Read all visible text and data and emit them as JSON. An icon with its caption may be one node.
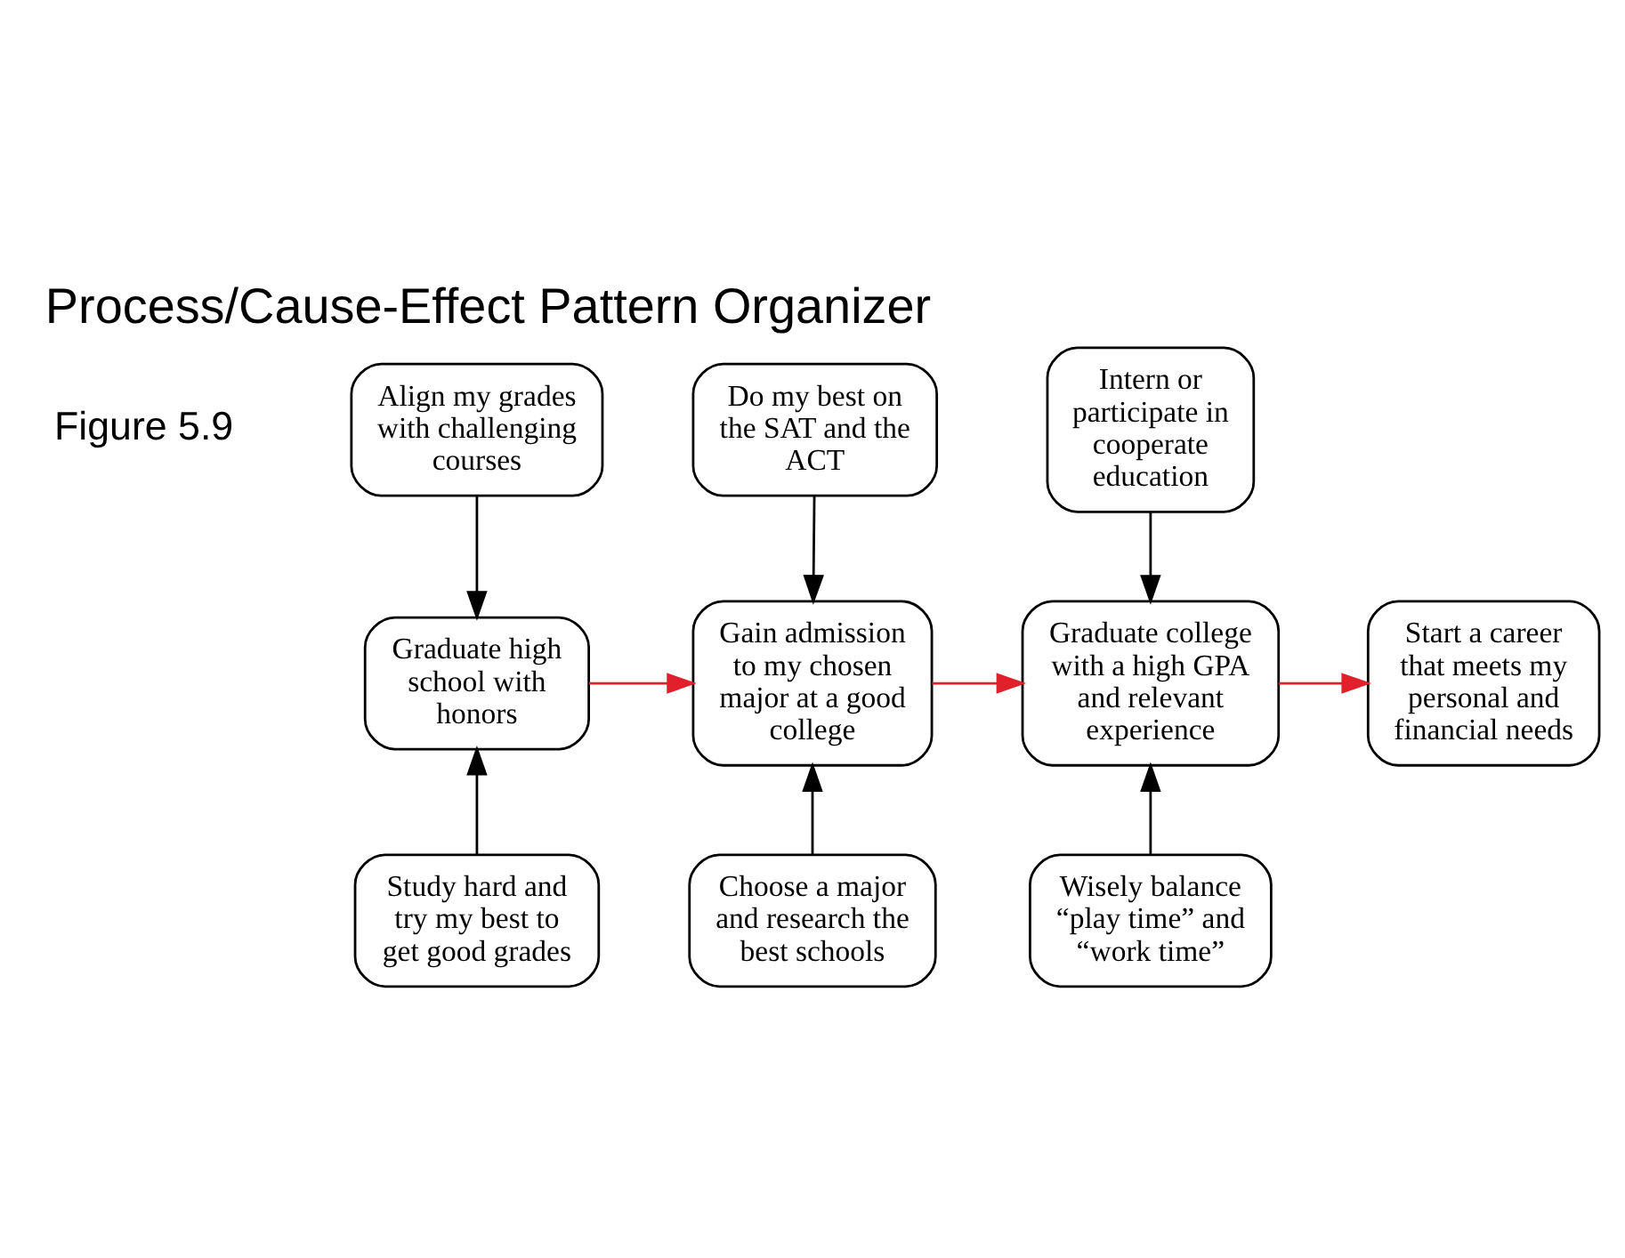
{
  "diagram": {
    "title": "Process/Cause-Effect Pattern Organizer",
    "nodes": [
      {
        "text": [
          "Align my grades with challenging courses"
        ]
      },
      {
        "text": [
          "Do my best on the SAT and the ACT"
        ]
      },
      {
        "text": [
          "Intern or participate in cooperate education"
        ]
      },
      {
        "text": [
          "Graduate high school with honors"
        ]
      },
      {
        "text": [
          "Gain admission to my chosen major at a good college"
        ]
      },
      {
        "text": [
          "Graduate college with a high GPA and relevant experience"
        ]
      },
      {
        "text": [
          "Start a career that meets my personal and financial needs"
        ]
      },
      {
        "text": [
          "Study hard and try my best to get good grades"
        ]
      },
      {
        "text": [
          "Choose a major and research the best schools"
        ]
      },
      {
        "text": [
          "Wisely balance “play time” and “work time”"
        ]
      }
    ],
    "edges": [
      {
        "from": 0,
        "to": 3,
        "arrow": "to"
      },
      {
        "from": 1,
        "to": 4,
        "arrow": "to"
      },
      {
        "from": 2,
        "to": 5,
        "arrow": "to"
      },
      {
        "from": 3,
        "to": 4,
        "arrow": "to",
        "color": "#e0202a"
      },
      {
        "from": 4,
        "to": 5,
        "arrow": "to",
        "color": "#e0202a"
      },
      {
        "from": 5,
        "to": 6,
        "arrow": "to",
        "color": "#e0202a"
      },
      {
        "from": 7,
        "to": 3,
        "arrow": "to"
      },
      {
        "from": 8,
        "to": 4,
        "arrow": "to"
      },
      {
        "from": 9,
        "to": 5,
        "arrow": "to"
      }
    ],
    "labels": [
      "Figure 5.9"
    ]
  }
}
